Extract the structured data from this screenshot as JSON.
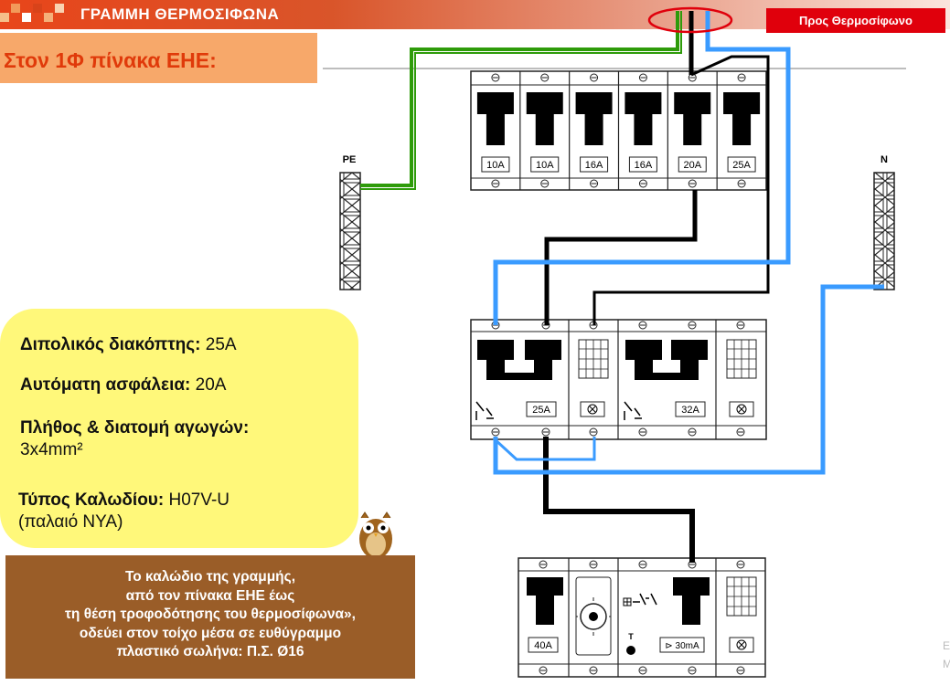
{
  "header": {
    "title": "ΓΡΑΜΜΗ ΘΕΡΜΟΣΙΦΩΝΑ",
    "destination": "Προς Θερμοσίφωνο"
  },
  "subtitle": "Στον 1Φ πίνακα ΕΗΕ:",
  "specs": [
    {
      "label": "Διπολικός διακόπτης:",
      "value": "25A"
    },
    {
      "label": "Αυτόματη ασφάλεια:",
      "value": "20A"
    },
    {
      "label": "Πλήθος & διατομή αγωγών:",
      "value": "3x4mm²"
    },
    {
      "label": "Τύπος Καλωδίου:",
      "value": "H07V-U",
      "extra": "(παλαιό ΝΥΑ)"
    }
  ],
  "note": "Το καλώδιο της γραμμής,\nαπό τον πίνακα ΕΗΕ έως\nτη θέση  τροφοδότησης του θερμοσίφωνα»,\nοδεύει στον τοίχο μέσα σε ευθύγραμμο\nπλαστικό σωλήνα:  Π.Σ. Ø16",
  "diagram": {
    "pe_label": "PE",
    "n_label": "N",
    "breakers": [
      "10A",
      "10A",
      "16A",
      "16A",
      "20A",
      "25A"
    ],
    "switch_25": "25A",
    "switch_32": "32A",
    "main_40": "40A",
    "rcd_sensitivity": "⊳ 30mA",
    "test_label": "T"
  },
  "cut_text": "Ε\nΜ",
  "colors": {
    "pe": "#2e9b0a",
    "neutral": "#3a9bff",
    "phase": "#000000",
    "accent": "#e0000c",
    "note_bg": "#9a5d28",
    "spec_bg": "#fff87a"
  }
}
